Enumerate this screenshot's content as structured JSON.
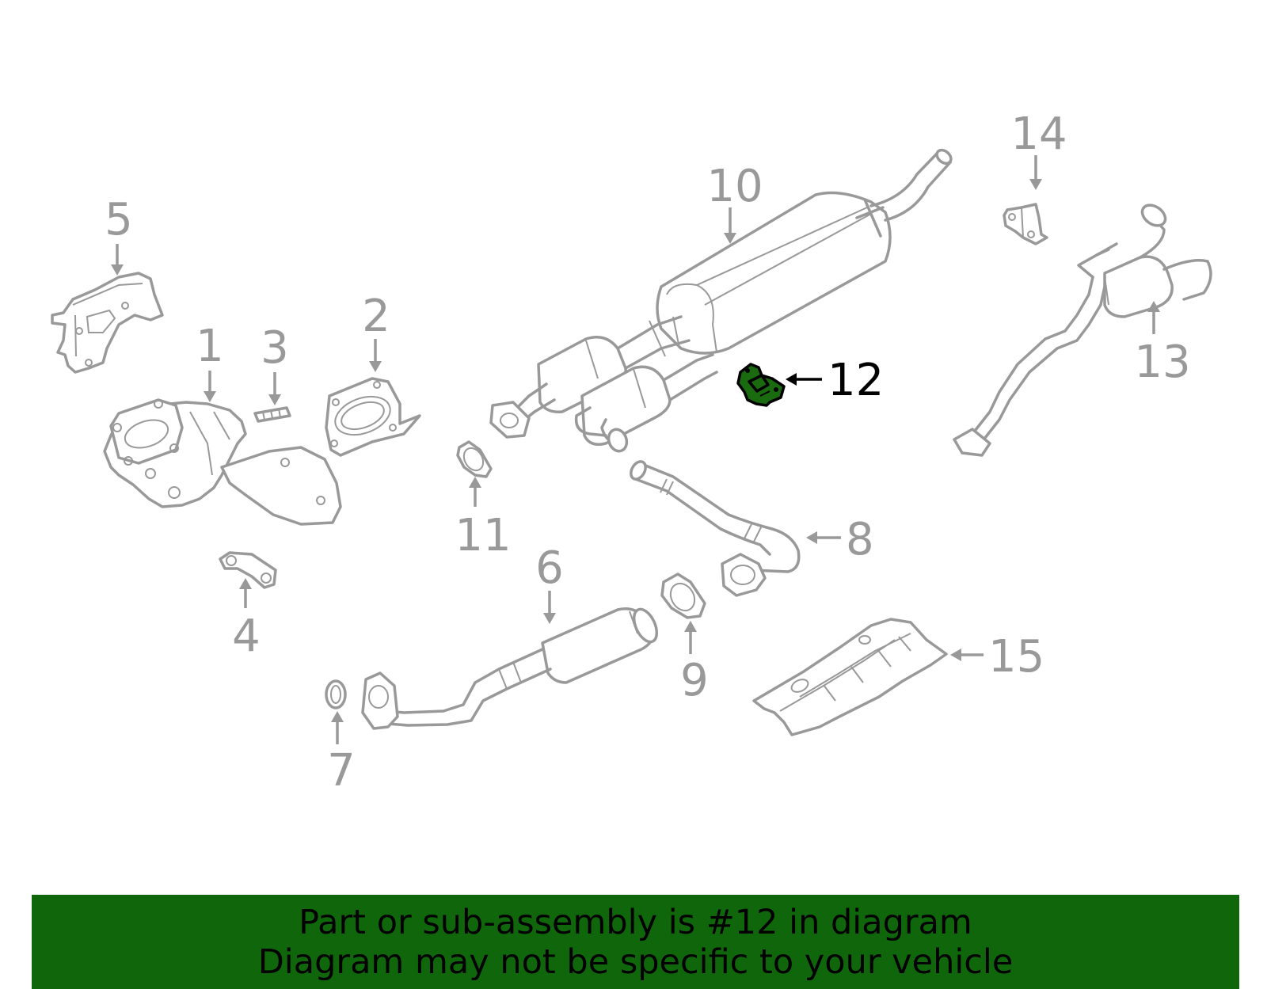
{
  "diagram": {
    "callouts": [
      {
        "number": "1"
      },
      {
        "number": "2"
      },
      {
        "number": "3"
      },
      {
        "number": "4"
      },
      {
        "number": "5"
      },
      {
        "number": "6"
      },
      {
        "number": "7"
      },
      {
        "number": "8"
      },
      {
        "number": "9"
      },
      {
        "number": "10"
      },
      {
        "number": "11"
      },
      {
        "number": "12",
        "highlighted": true
      },
      {
        "number": "13"
      },
      {
        "number": "14"
      },
      {
        "number": "15"
      }
    ]
  },
  "banner": {
    "line1": "Part or sub-assembly is #12 in diagram",
    "line2": "Diagram may not be specific to your vehicle",
    "background_color": "#0f660b",
    "text_color": "#000000"
  },
  "colors": {
    "line_art": "#999999",
    "highlight_fill": "#1a6a10",
    "highlight_stroke": "#000000"
  }
}
